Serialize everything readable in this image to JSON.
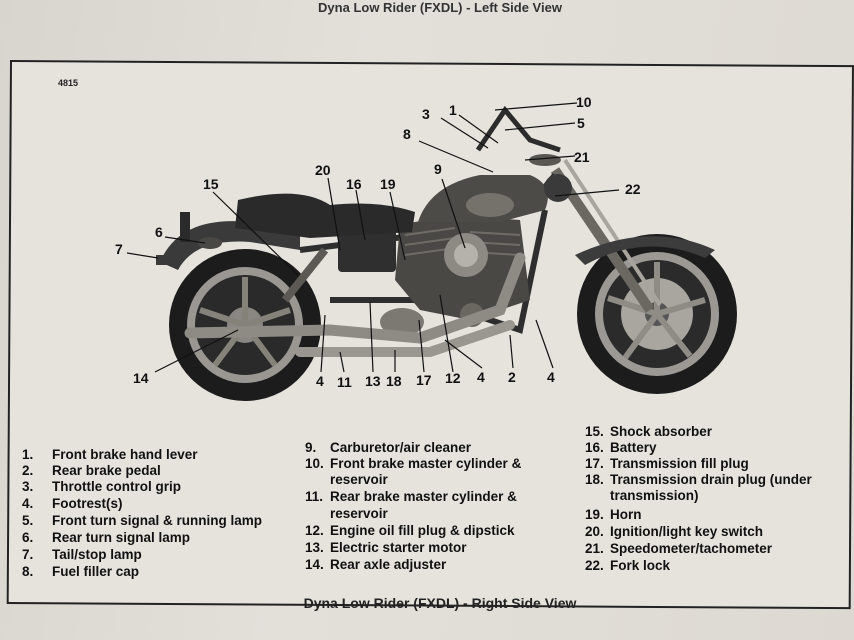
{
  "top_caption": "Dyna Low Rider (FXDL) - Left Side View",
  "figure_number": "4815",
  "bottom_caption": "Dyna Low Rider (FXDL) - Right Side View",
  "callouts": {
    "c1": "1",
    "c2": "2",
    "c3": "3",
    "c4a": "4",
    "c4b": "4",
    "c4c": "4",
    "c5": "5",
    "c6": "6",
    "c7": "7",
    "c8": "8",
    "c9": "9",
    "c10": "10",
    "c11": "11",
    "c12": "12",
    "c13": "13",
    "c14": "14",
    "c15": "15",
    "c16": "16",
    "c17": "17",
    "c18": "18",
    "c19": "19",
    "c20": "20",
    "c21": "21",
    "c22": "22"
  },
  "legend": {
    "col1": [
      {
        "num": "1.",
        "text": "Front brake hand lever"
      },
      {
        "num": "2.",
        "text": "Rear brake pedal"
      },
      {
        "num": "3.",
        "text": "Throttle control grip"
      },
      {
        "num": "4.",
        "text": "Footrest(s)"
      },
      {
        "num": "5.",
        "text": "Front turn signal & running lamp"
      },
      {
        "num": "6.",
        "text": "Rear turn signal lamp"
      },
      {
        "num": "7.",
        "text": "Tail/stop lamp"
      },
      {
        "num": "8.",
        "text": "Fuel filler cap"
      }
    ],
    "col2": [
      {
        "num": "9.",
        "text": "Carburetor/air cleaner"
      },
      {
        "num": "10.",
        "text": "Front brake master cylinder &"
      },
      {
        "num": "",
        "text": "reservoir"
      },
      {
        "num": "11.",
        "text": "Rear brake master cylinder &"
      },
      {
        "num": "",
        "text": "reservoir"
      },
      {
        "num": "12.",
        "text": "Engine oil fill plug & dipstick"
      },
      {
        "num": "13.",
        "text": "Electric starter motor"
      },
      {
        "num": "14.",
        "text": "Rear axle adjuster"
      }
    ],
    "col3": [
      {
        "num": "15.",
        "text": "Shock absorber"
      },
      {
        "num": "16.",
        "text": "Battery"
      },
      {
        "num": "17.",
        "text": "Transmission fill plug"
      },
      {
        "num": "18.",
        "text": "Transmission drain plug (under"
      },
      {
        "num": "",
        "text": "transmission)"
      },
      {
        "num": "19.",
        "text": "Horn"
      },
      {
        "num": "20.",
        "text": "Ignition/light key switch"
      },
      {
        "num": "21.",
        "text": "Speedometer/tachometer"
      },
      {
        "num": "22.",
        "text": "Fork lock"
      }
    ]
  }
}
